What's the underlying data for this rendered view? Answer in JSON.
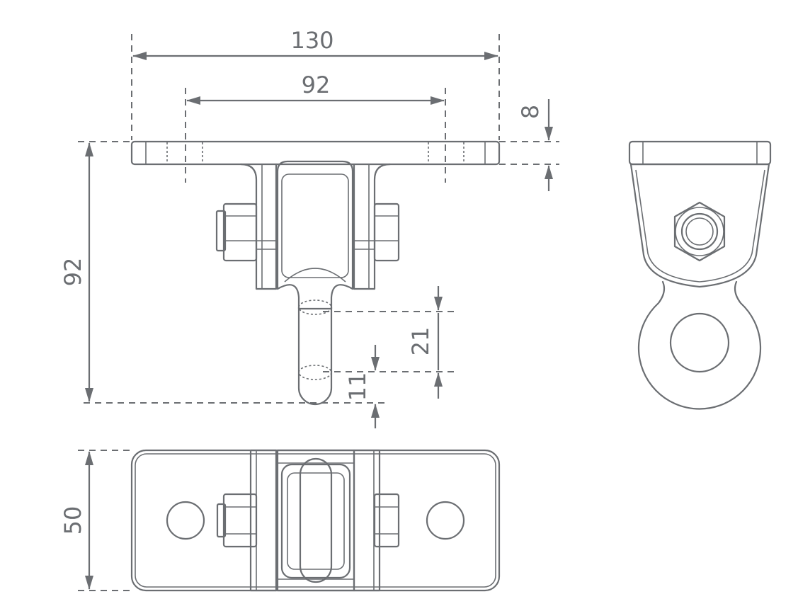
{
  "dimensions": {
    "plate_width": "130",
    "hole_spacing": "92",
    "plate_thickness": "8",
    "total_height": "92",
    "eye_center_offset": "21",
    "eye_bottom_offset": "11",
    "plate_depth": "50"
  },
  "colors": {
    "line": "#6b6e72",
    "background": "#ffffff"
  }
}
